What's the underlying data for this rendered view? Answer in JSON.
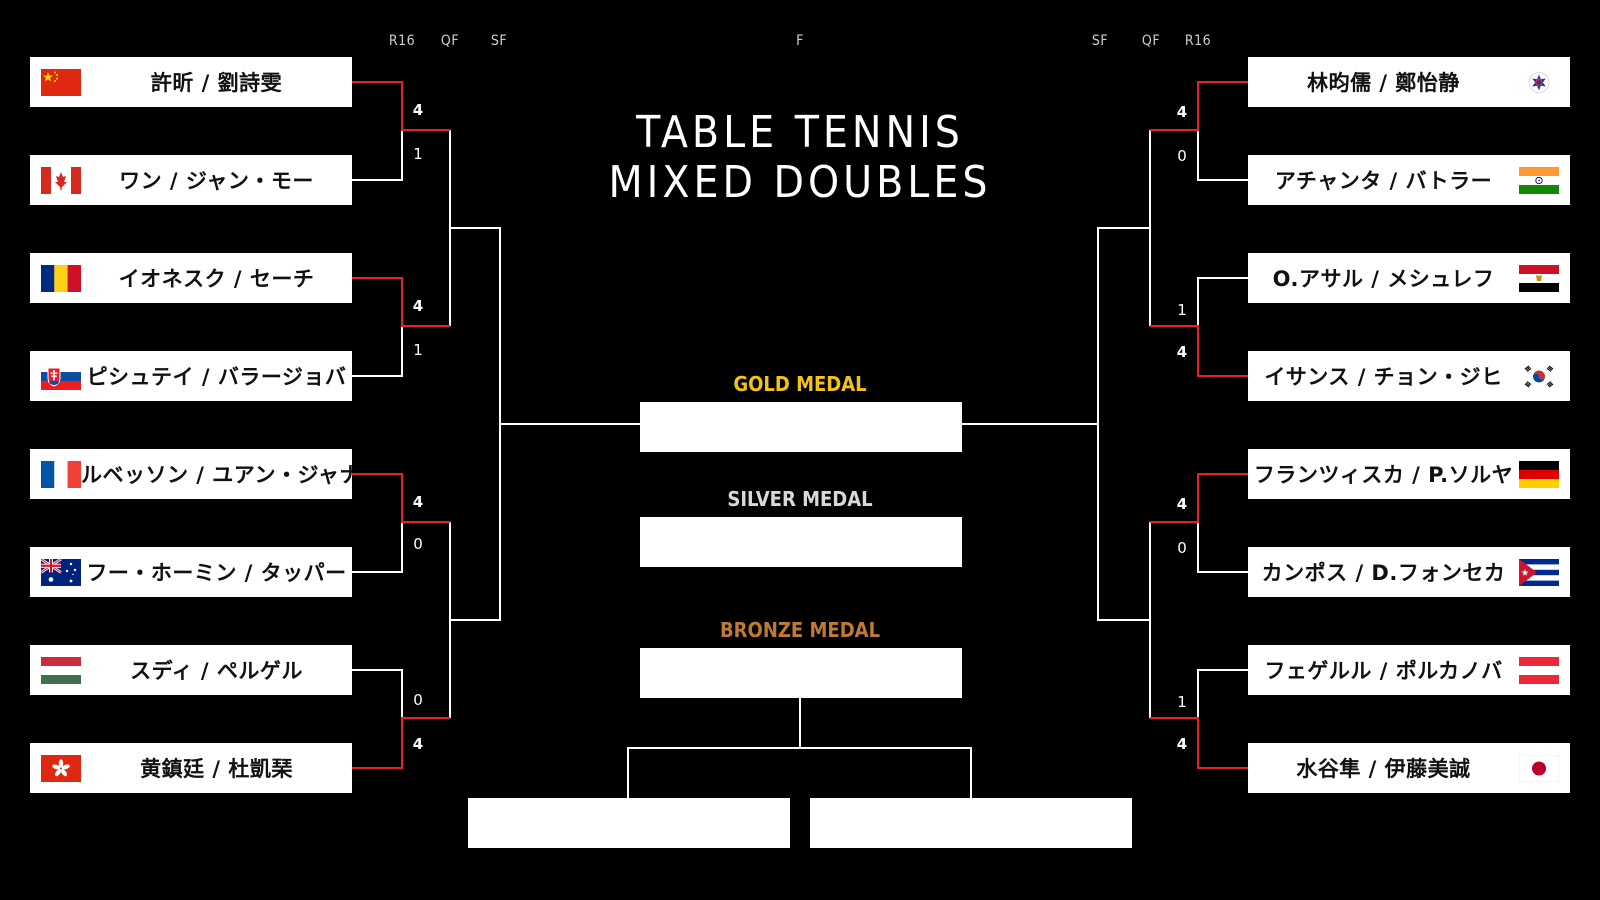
{
  "title_line1": "TABLE TENNIS",
  "title_line2": "MIXED DOUBLES",
  "round_labels": {
    "left_r16": "R16",
    "left_qf": "QF",
    "left_sf": "SF",
    "final": "F",
    "right_sf": "SF",
    "right_qf": "QF",
    "right_r16": "R16"
  },
  "left_teams": [
    {
      "name": "許昕 / 劉詩雯",
      "flag": "china-flag-icon"
    },
    {
      "name": "ワン / ジャン・モー",
      "flag": "canada-flag-icon"
    },
    {
      "name": "イオネスク / セーチ",
      "flag": "romania-flag-icon"
    },
    {
      "name": "ピシュテイ / バラージョバ",
      "flag": "slovakia-flag-icon"
    },
    {
      "name": "ルベッソン / ユアン・ジャナン",
      "flag": "france-flag-icon"
    },
    {
      "name": "フー・ホーミン / タッパー",
      "flag": "australia-flag-icon"
    },
    {
      "name": "スディ / ペルゲル",
      "flag": "hungary-flag-icon"
    },
    {
      "name": "黄鎮廷 / 杜凱琹",
      "flag": "hong-kong-flag-icon"
    }
  ],
  "right_teams": [
    {
      "name": "林昀儒 / 鄭怡静",
      "flag": "chinese-taipei-flag-icon"
    },
    {
      "name": "アチャンタ / バトラー",
      "flag": "india-flag-icon"
    },
    {
      "name": "O.アサル / メシュレフ",
      "flag": "egypt-flag-icon"
    },
    {
      "name": "イサンス / チョン・ジヒ",
      "flag": "korea-flag-icon"
    },
    {
      "name": "フランツィスカ / P.ソルヤ",
      "flag": "germany-flag-icon"
    },
    {
      "name": "カンポス / D.フォンセカ",
      "flag": "cuba-flag-icon"
    },
    {
      "name": "フェゲルル / ポルカノバ",
      "flag": "austria-flag-icon"
    },
    {
      "name": "水谷隼 / 伊藤美誠",
      "flag": "japan-flag-icon"
    }
  ],
  "left_scores": [
    "4",
    "1",
    "4",
    "1",
    "4",
    "0",
    "0",
    "4"
  ],
  "right_scores": [
    "4",
    "0",
    "1",
    "4",
    "4",
    "0",
    "1",
    "4"
  ],
  "medals": {
    "gold": "GOLD MEDAL",
    "silver": "SILVER MEDAL",
    "bronze": "BRONZE MEDAL"
  },
  "colors": {
    "background": "#000000",
    "winner_line": "#e8202a",
    "bracket_line": "#ffffff",
    "gold": "#f2c315",
    "silver": "#d9d9d9",
    "bronze": "#c07a35"
  }
}
